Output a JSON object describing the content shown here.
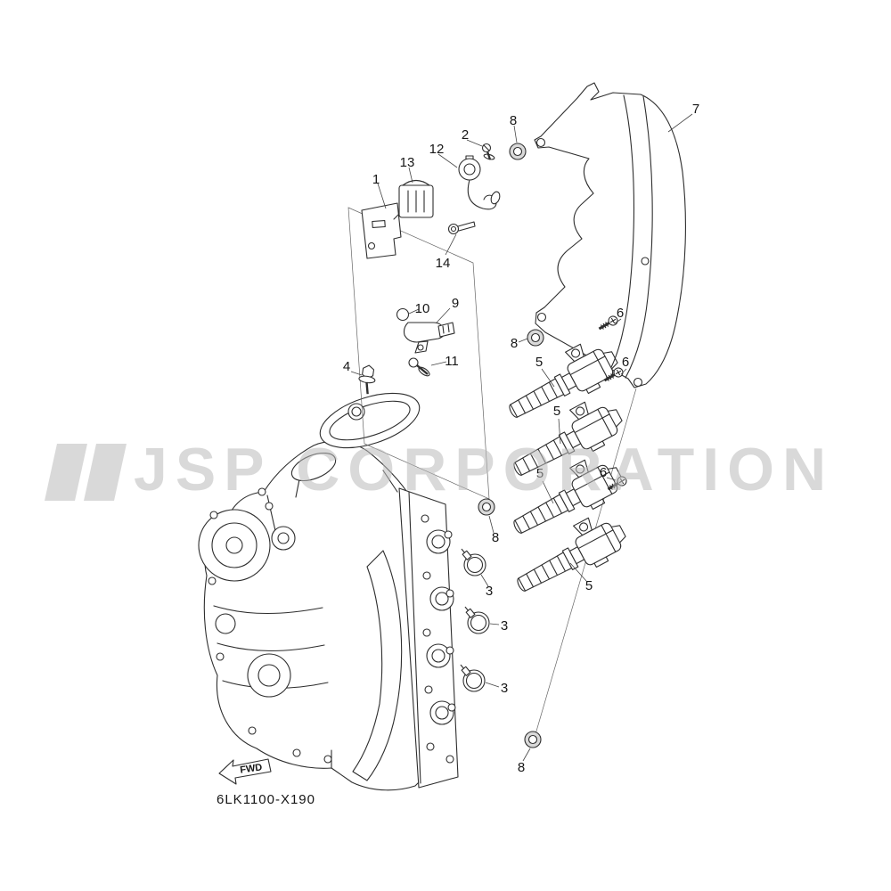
{
  "watermark": {
    "text": "JSP CORPORATION"
  },
  "fwd": {
    "label": "FWD"
  },
  "footer": {
    "drawing_code": "6LK1100-X190"
  },
  "callouts": [
    "1",
    "13",
    "12",
    "2",
    "8",
    "7",
    "14",
    "10",
    "9",
    "11",
    "4",
    "8",
    "5",
    "6",
    "6",
    "5",
    "6",
    "5",
    "8",
    "3",
    "5",
    "3",
    "3",
    "8"
  ]
}
